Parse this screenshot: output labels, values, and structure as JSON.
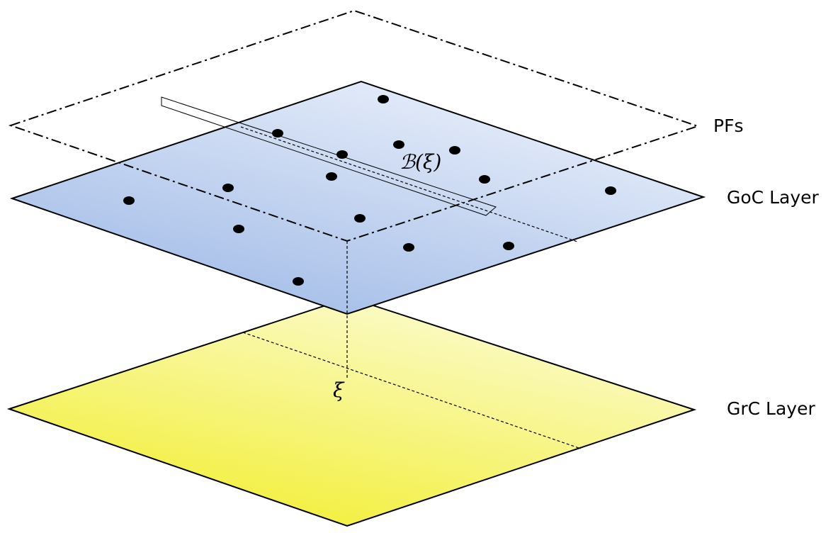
{
  "labels": {
    "pfs": "PFs",
    "goc_layer": "GoC Layer",
    "grc_layer": "GrC Layer",
    "beam": "ℬ(ξ)",
    "xi": "ξ"
  },
  "colors": {
    "goc_light": "#e8f0fb",
    "goc_dark": "#9db8e6",
    "grc_light": "#fcfcd9",
    "grc_dark": "#f2ee2e",
    "outline": "#000000"
  }
}
